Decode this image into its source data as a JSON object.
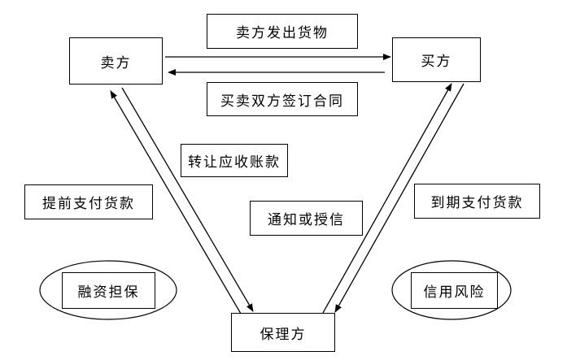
{
  "diagram": {
    "nodes": {
      "seller": "卖方",
      "buyer": "买方",
      "factor": "保理方"
    },
    "edges": {
      "seller_to_buyer": "卖方发出货物",
      "buyer_to_seller": "买卖双方签订合同",
      "seller_to_factor": "转让应收账款",
      "factor_to_buyer": "通知或授信",
      "factor_to_seller": "提前支付货款",
      "buyer_to_factor": "到期支付货款"
    },
    "functions": {
      "left": "融资担保",
      "right": "信用风险"
    }
  }
}
